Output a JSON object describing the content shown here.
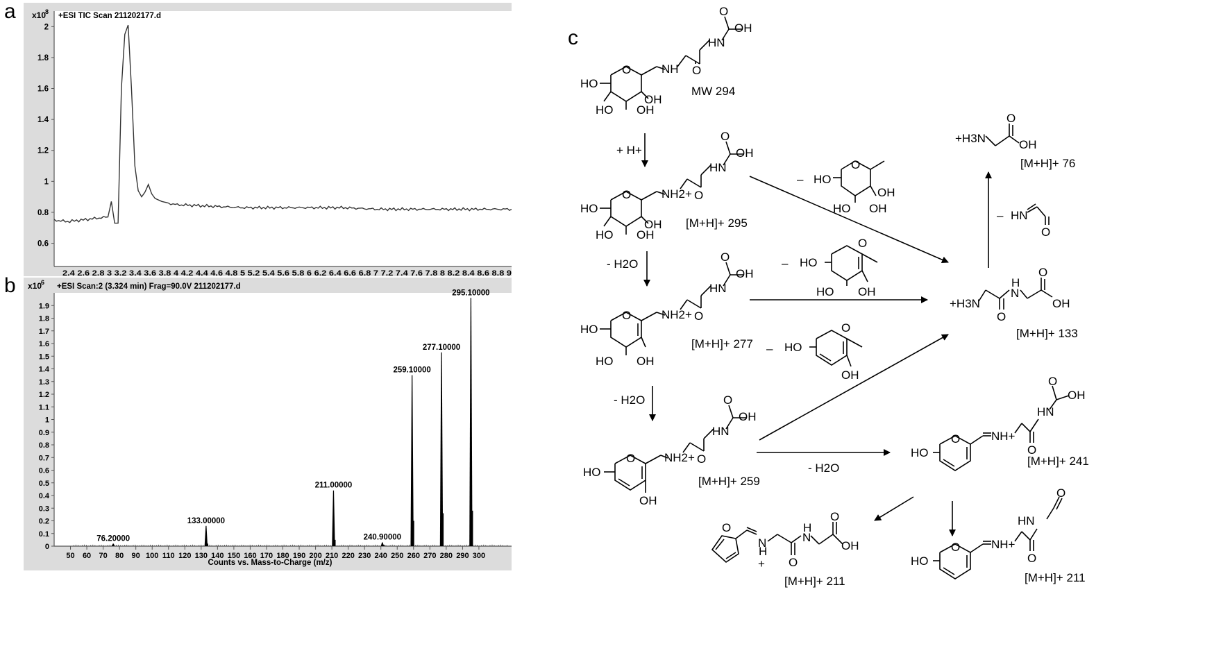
{
  "panels": {
    "a": "a",
    "b": "b",
    "c": "c"
  },
  "chart_data": [
    {
      "type": "line",
      "title": "+ESI TIC Scan 211202177.d",
      "y_exponent": "x10",
      "y_exponent_power": "8",
      "ylim": [
        0.45,
        2.1
      ],
      "xlim": [
        2.2,
        9.0
      ],
      "yticks": [
        "2",
        "1.8",
        "1.6",
        "1.4",
        "1.2",
        "1",
        "0.8",
        "0.6"
      ],
      "ytick_values": [
        2.0,
        1.8,
        1.6,
        1.4,
        1.2,
        1.0,
        0.8,
        0.6
      ],
      "xtick_text": "2.4 2.6 2.8 3 3.2 3.4 3.6 3.8 4 4.2 4.4 4.6 4.8 5 5.2 5.4 5.6 5.8 6 6.2 6.4 6.6 6.8 7 7.2 7.4 7.6 7.8 8 8.2 8.4 8.6 8.8 9",
      "series": [
        {
          "x": [
            2.2,
            2.4,
            2.6,
            2.8,
            3.0,
            3.05,
            3.1,
            3.15,
            3.2,
            3.25,
            3.3,
            3.35,
            3.4,
            3.45,
            3.5,
            3.55,
            3.6,
            3.65,
            3.7,
            3.8,
            3.9,
            4.0,
            4.5,
            5.0,
            5.5,
            6.0,
            6.5,
            7.0,
            7.5,
            8.0,
            8.5,
            9.0
          ],
          "y": [
            0.75,
            0.74,
            0.75,
            0.76,
            0.77,
            0.87,
            0.73,
            0.73,
            1.6,
            1.95,
            2.01,
            1.6,
            1.1,
            0.94,
            0.9,
            0.93,
            0.98,
            0.92,
            0.89,
            0.87,
            0.86,
            0.85,
            0.84,
            0.83,
            0.83,
            0.83,
            0.83,
            0.82,
            0.82,
            0.82,
            0.82,
            0.82
          ]
        }
      ]
    },
    {
      "type": "bar",
      "title": "+ESI Scan:2 (3.324 min) Frag=90.0V 211202177.d",
      "y_exponent": "x10",
      "y_exponent_power": "6",
      "xlabel": "Counts vs. Mass-to-Charge (m/z)",
      "xlim": [
        40,
        320
      ],
      "ylim": [
        0,
        2.0
      ],
      "yticks": [
        "1.9",
        "1.8",
        "1.7",
        "1.6",
        "1.5",
        "1.4",
        "1.3",
        "1.2",
        "1.1",
        "1",
        "0.9",
        "0.8",
        "0.7",
        "0.6",
        "0.5",
        "0.4",
        "0.3",
        "0.2",
        "0.1",
        "0"
      ],
      "ytick_values": [
        1.9,
        1.8,
        1.7,
        1.6,
        1.5,
        1.4,
        1.3,
        1.2,
        1.1,
        1.0,
        0.9,
        0.8,
        0.7,
        0.6,
        0.5,
        0.4,
        0.3,
        0.2,
        0.1,
        0
      ],
      "xticks": [
        "50",
        "60",
        "70",
        "80",
        "90",
        "100",
        "110",
        "120",
        "130",
        "140",
        "150",
        "160",
        "170",
        "180",
        "190",
        "200",
        "210",
        "220",
        "230",
        "240",
        "250",
        "260",
        "270",
        "280",
        "290",
        "300"
      ],
      "xtick_values": [
        50,
        60,
        70,
        80,
        90,
        100,
        110,
        120,
        130,
        140,
        150,
        160,
        170,
        180,
        190,
        200,
        210,
        220,
        230,
        240,
        250,
        260,
        270,
        280,
        290,
        300
      ],
      "peaks": [
        {
          "mz": 76.2,
          "intensity": 0.02,
          "label": "76.20000"
        },
        {
          "mz": 133.0,
          "intensity": 0.16,
          "label": "133.00000"
        },
        {
          "mz": 211.0,
          "intensity": 0.44,
          "label": "211.00000"
        },
        {
          "mz": 240.9,
          "intensity": 0.03,
          "label": "240.90000"
        },
        {
          "mz": 259.1,
          "intensity": 1.35,
          "label": "259.10000"
        },
        {
          "mz": 277.1,
          "intensity": 1.53,
          "label": "277.10000"
        },
        {
          "mz": 295.1,
          "intensity": 1.96,
          "label": "295.10000"
        }
      ],
      "minor_peaks": [
        {
          "mz": 260.1,
          "intensity": 0.2
        },
        {
          "mz": 278.1,
          "intensity": 0.26
        },
        {
          "mz": 296.1,
          "intensity": 0.28
        },
        {
          "mz": 212.0,
          "intensity": 0.05
        },
        {
          "mz": 134.0,
          "intensity": 0.02
        },
        {
          "mz": 242.0,
          "intensity": 0.01
        }
      ]
    }
  ],
  "scheme": {
    "labels": {
      "mw294": "MW 294",
      "mh295": "[M+H]+ 295",
      "mh277": "[M+H]+ 277",
      "mh259": "[M+H]+ 259",
      "mh76": "[M+H]+ 76",
      "mh133": "[M+H]+ 133",
      "mh241": "[M+H]+ 241",
      "mh211a": "[M+H]+ 211",
      "mh211b": "[M+H]+ 211"
    },
    "reagents": {
      "hplus": "+ H+",
      "h2o_1": "- H2O",
      "h2o_2": "- H2O",
      "h2o_3": "- H2O"
    },
    "groups": {
      "oh": "OH",
      "ho": "HO",
      "hn": "HN",
      "nh": "NH",
      "o": "O",
      "nh2plus": "NH2+",
      "nhplus": "NH+",
      "h3nplus": "+H3N",
      "h": "H",
      "n": "N",
      "plus": "+",
      "minus": "–"
    }
  }
}
